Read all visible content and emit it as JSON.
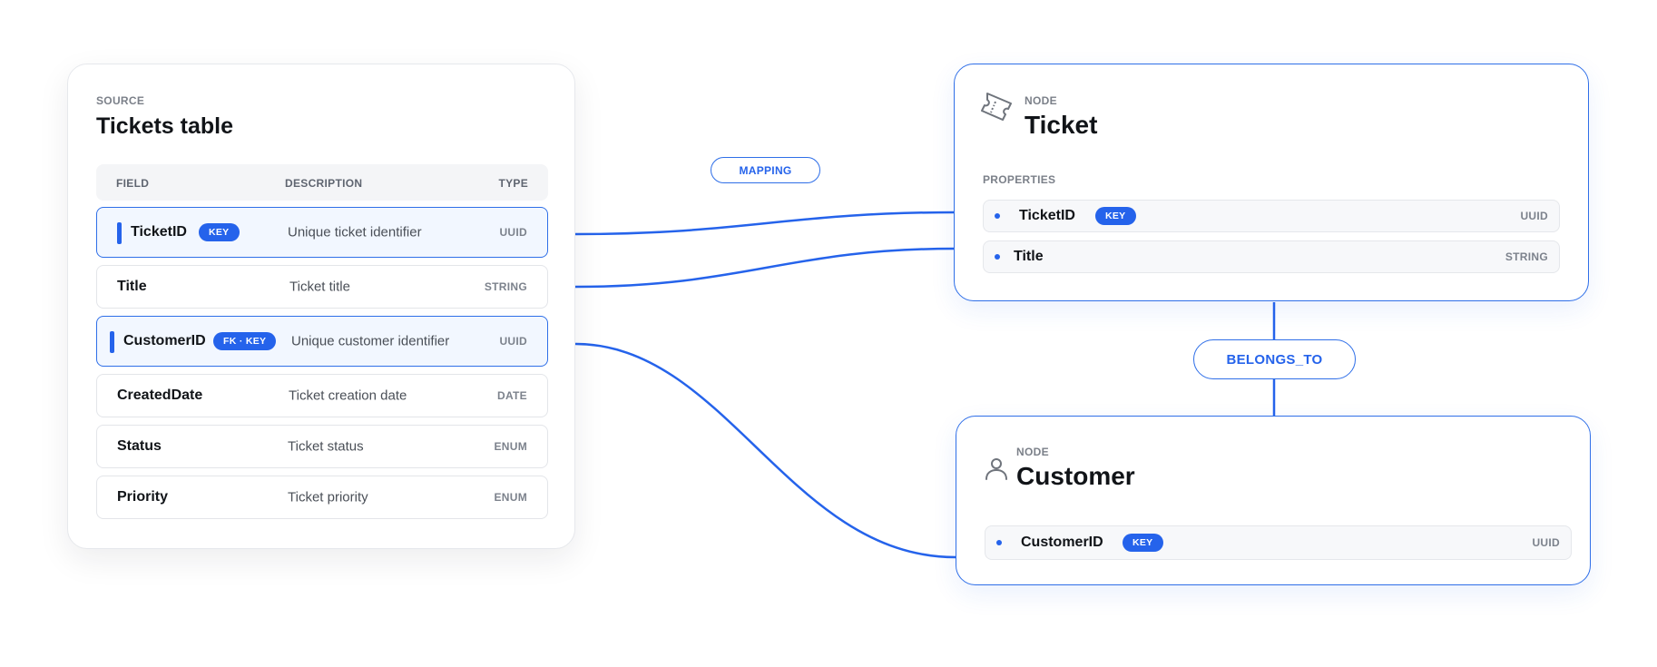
{
  "source": {
    "eyebrow": "SOURCE",
    "title": "Tickets table",
    "columns": {
      "field": "FIELD",
      "description": "DESCRIPTION",
      "type": "TYPE"
    },
    "rows": [
      {
        "name": "TicketID",
        "badge": "KEY",
        "description": "Unique ticket identifier",
        "type": "UUID",
        "highlighted": true
      },
      {
        "name": "Title",
        "badge": "",
        "description": "Ticket title",
        "type": "STRING",
        "highlighted": false
      },
      {
        "name": "CustomerID",
        "badge": "FK · KEY",
        "description": "Unique customer identifier",
        "type": "UUID",
        "highlighted": true
      },
      {
        "name": "CreatedDate",
        "badge": "",
        "description": "Ticket creation date",
        "type": "DATE",
        "highlighted": false
      },
      {
        "name": "Status",
        "badge": "",
        "description": "Ticket status",
        "type": "ENUM",
        "highlighted": false
      },
      {
        "name": "Priority",
        "badge": "",
        "description": "Ticket priority",
        "type": "ENUM",
        "highlighted": false
      }
    ]
  },
  "mapping_label": "MAPPING",
  "relationship_label": "BELONGS_TO",
  "ticket_node": {
    "eyebrow": "NODE",
    "title": "Ticket",
    "icon": "ticket-icon",
    "properties_label": "PROPERTIES",
    "properties": [
      {
        "name": "TicketID",
        "badge": "KEY",
        "type": "UUID"
      },
      {
        "name": "Title",
        "badge": "",
        "type": "STRING"
      }
    ]
  },
  "customer_node": {
    "eyebrow": "NODE",
    "title": "Customer",
    "icon": "person-icon",
    "properties": [
      {
        "name": "CustomerID",
        "badge": "KEY",
        "type": "UUID"
      }
    ]
  },
  "colors": {
    "accent": "#2563eb",
    "border": "#e3e5e9",
    "muted_text": "#7c828c"
  }
}
